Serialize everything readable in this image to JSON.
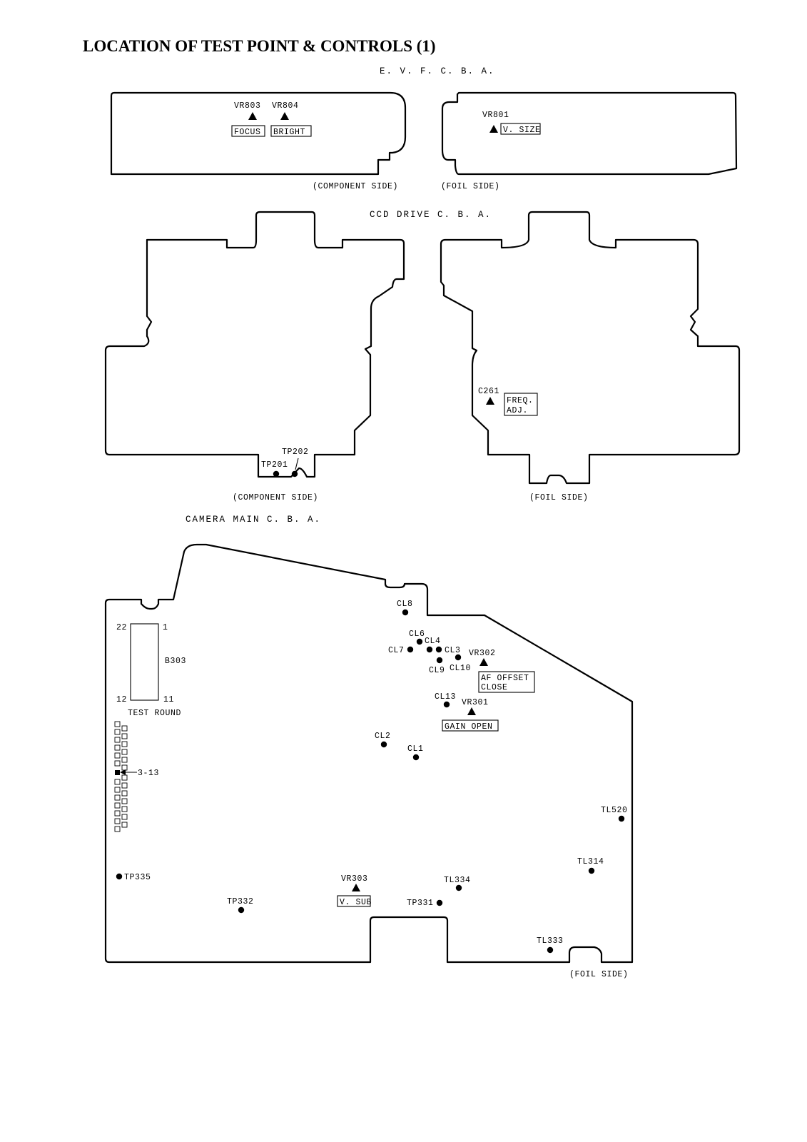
{
  "title": "LOCATION OF TEST POINT & CONTROLS (1)",
  "sections": {
    "evf": "E. V. F.  C. B. A.",
    "ccd": "CCD DRIVE C. B. A.",
    "camera": "CAMERA MAIN C. B. A."
  },
  "side_labels": {
    "evf_component": "(COMPONENT SIDE)",
    "evf_foil": "(FOIL SIDE)",
    "ccd_component": "(COMPONENT SIDE)",
    "ccd_foil": "(FOIL SIDE)",
    "camera_foil": "(FOIL SIDE)"
  },
  "evf": {
    "vr803": "VR803",
    "vr804": "VR804",
    "focus": "FOCUS",
    "bright": "BRIGHT",
    "vr801": "VR801",
    "vsize": "V. SIZE"
  },
  "ccd": {
    "c261": "C261",
    "freq": "FREQ.",
    "adj": "ADJ.",
    "tp201": "TP201",
    "tp202": "TP202"
  },
  "camera": {
    "cl8": "CL8",
    "cl6": "CL6",
    "cl4": "CL4",
    "cl7": "CL7",
    "cl3": "CL3",
    "cl9": "CL9",
    "cl10": "CL10",
    "vr302": "VR302",
    "af_offset": "AF OFFSET",
    "close": "CLOSE",
    "cl13": "CL13",
    "vr301": "VR301",
    "gain_open": "GAIN OPEN",
    "cl2": "CL2",
    "cl1": "CL1",
    "b303": "B303",
    "pin22": "22",
    "pin1": "1",
    "pin12": "12",
    "pin11": "11",
    "test_round": "TEST ROUND",
    "pad_3_13": "3-13",
    "tp335": "TP335",
    "tp332": "TP332",
    "vr303": "VR303",
    "vsub": "V. SUB",
    "tl334": "TL334",
    "tp331": "TP331",
    "tl520": "TL520",
    "tl314": "TL314",
    "tl333": "TL333"
  }
}
